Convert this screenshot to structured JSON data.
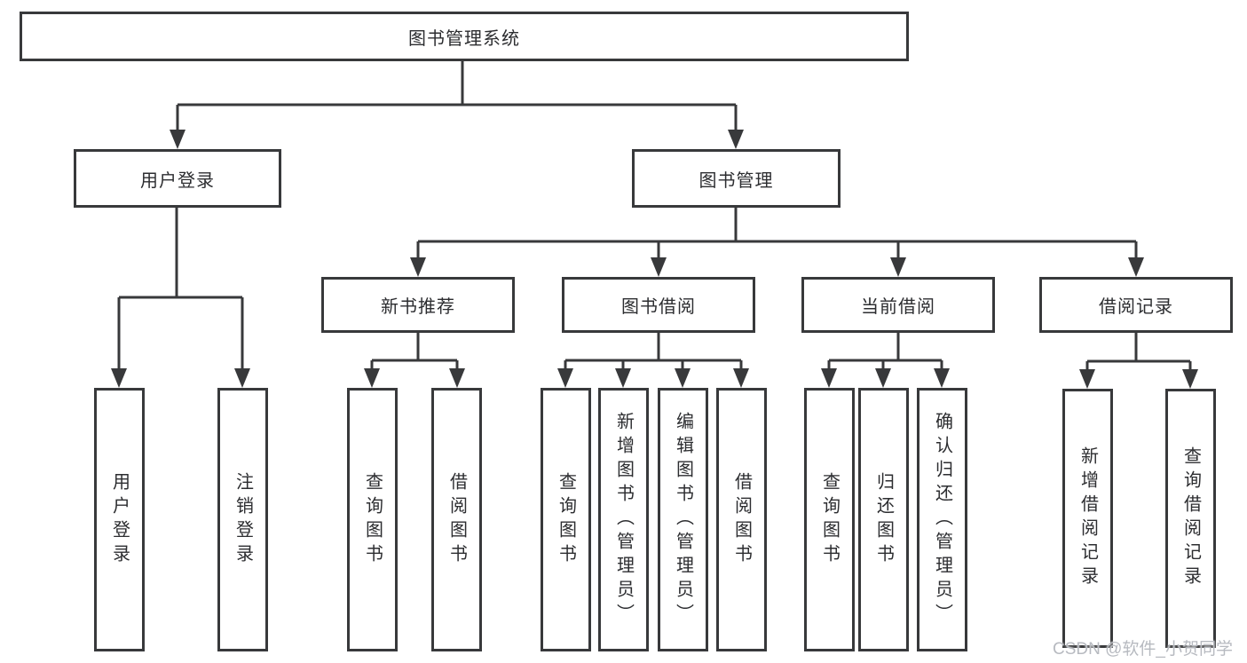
{
  "nodes": {
    "root": "图书管理系统",
    "user_login": "用户登录",
    "book_mgmt": "图书管理",
    "new_books": "新书推荐",
    "book_borrow": "图书借阅",
    "current_borrow": "当前借阅",
    "borrow_records": "借阅记录",
    "leaves": {
      "user_login_login": "用户登录",
      "user_login_logout": "注销登录",
      "new_books_query": "查询图书",
      "new_books_borrow": "借阅图书",
      "borrow_query": "查询图书",
      "borrow_add": "新增图书（管理员）",
      "borrow_edit": "编辑图书（管理员）",
      "borrow_borrow": "借阅图书",
      "current_query": "查询图书",
      "current_return": "归还图书",
      "current_confirm": "确认归还（管理员）",
      "records_add": "新增借阅记录",
      "records_query": "查询借阅记录"
    }
  },
  "watermark": "CSDN @软件_小贺同学",
  "colors": {
    "line": "#38393b",
    "text": "#2c2d30",
    "watermark": "#b7bac0",
    "background": "#ffffff"
  }
}
